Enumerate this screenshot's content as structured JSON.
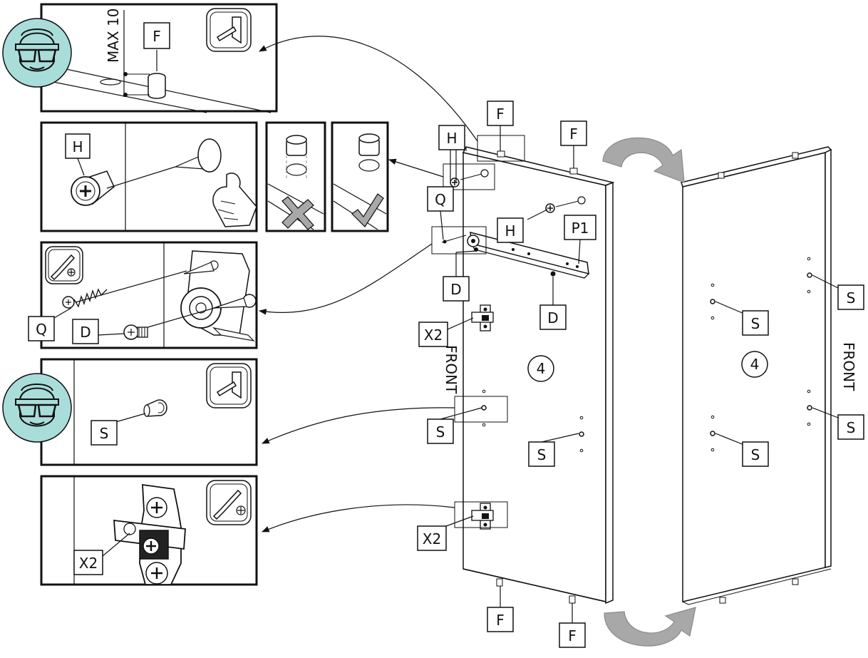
{
  "labels": {
    "F": "F",
    "H": "H",
    "Q": "Q",
    "D": "D",
    "P1": "P1",
    "S": "S",
    "X2": "X2",
    "front": "FRONT",
    "max": "MAX 10",
    "step": "4"
  },
  "colors": {
    "goggles_badge": "#a9ddd9",
    "arrow_fill": "#a8a8a8",
    "line": "#111111"
  },
  "icons": {
    "safety": "safety-goggles-icon",
    "hammer": "hammer-icon",
    "screwdriver": "phillips-screwdriver-icon",
    "wrong": "cross-mark-icon",
    "right": "check-mark-icon"
  }
}
